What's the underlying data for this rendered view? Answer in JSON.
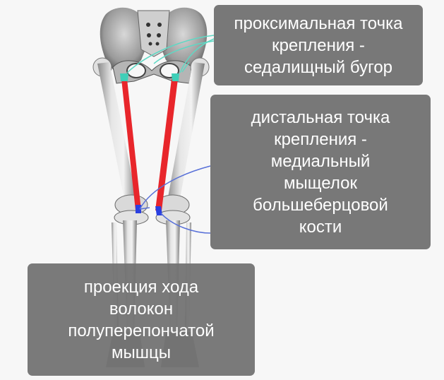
{
  "diagram": {
    "subject": "semimembranosus muscle on lower-limb skeleton (anterior view)",
    "colors": {
      "background": "#f7f7f7",
      "label_box": "#787878",
      "label_text": "#ffffff",
      "muscle_projection": "#e8262b",
      "proximal_attachment": "#3fcfb8",
      "proximal_pointer": "#5fd8c4",
      "distal_attachment": "#2a3fe0",
      "distal_pointer": "#5870d8"
    }
  },
  "labels": {
    "proximal": {
      "lines": [
        "проксимальная точка",
        "крепления -",
        "седалищный бугор"
      ]
    },
    "distal": {
      "lines": [
        "дистальная точка",
        "крепления -",
        "медиальный",
        "мыщелок",
        "большеберцовой",
        "кости"
      ]
    },
    "projection": {
      "lines": [
        "проекция хода",
        "волокон",
        "полуперепончатой",
        "мышцы"
      ]
    }
  }
}
